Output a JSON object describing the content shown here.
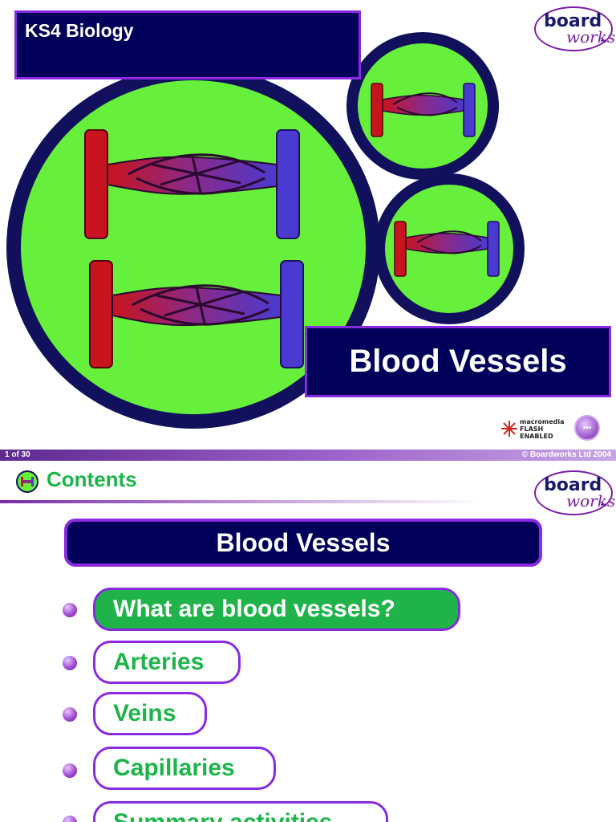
{
  "slide1": {
    "course": "KS4 Biology",
    "title": "Blood Vessels",
    "logo": {
      "word1": "board",
      "word2": "works",
      "dots": "•••"
    },
    "flash_badge": {
      "line1": "macromedia",
      "line2": "FLASH",
      "line3": "ENABLED"
    },
    "next_icon": "•••",
    "colors": {
      "navy": "#00005a",
      "purple": "#8a2be2",
      "green": "#66f03c",
      "artery": "#c8141e",
      "vein": "#4a3ad0"
    }
  },
  "strip": {
    "page": "1 of 30",
    "copyright": "© Boardworks Ltd 2004"
  },
  "slide2": {
    "heading": "Contents",
    "logo": {
      "word1": "board",
      "word2": "works",
      "dots": "•••"
    },
    "banner": "Blood Vessels",
    "items": [
      {
        "label": "What are blood vessels?",
        "active": true
      },
      {
        "label": "Arteries",
        "active": false
      },
      {
        "label": "Veins",
        "active": false
      },
      {
        "label": "Capillaries",
        "active": false
      },
      {
        "label": "Summary activities",
        "active": false
      }
    ]
  }
}
